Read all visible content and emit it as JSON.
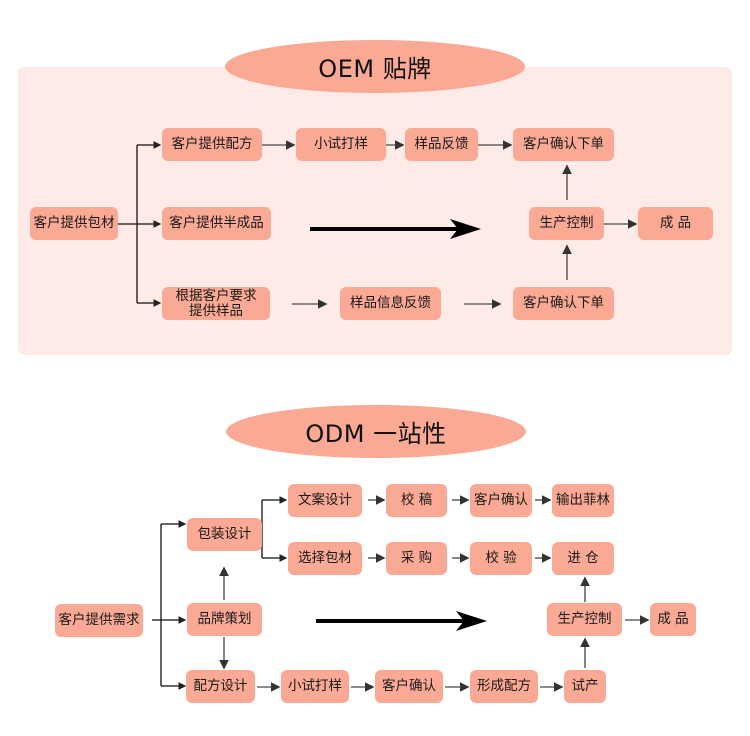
{
  "oem": {
    "title": "OEM  贴牌",
    "start": "客户提供包材",
    "row1": [
      "客户提供配方",
      "小试打样",
      "样品反馈",
      "客户确认下单"
    ],
    "row2": {
      "start": "客户提供半成品",
      "production": "生产控制",
      "product": "成 品"
    },
    "row3": [
      "根据客户要求\n提供样品",
      "样品信息反馈",
      "客户确认下单"
    ]
  },
  "odm": {
    "title": "ODM  一站性",
    "start": "客户提供需求",
    "branches": {
      "packaging": "包装设计",
      "brand": "品牌策划",
      "formula": "配方设计"
    },
    "packaging_row1": [
      "文案设计",
      "校 稿",
      "客户确认",
      "输出菲林"
    ],
    "packaging_row2": [
      "选择包材",
      "采 购",
      "校 验",
      "进 仓"
    ],
    "formula_row": [
      "小试打样",
      "客户确认",
      "形成配方",
      "试产"
    ],
    "production": "生产控制",
    "product": "成 品"
  },
  "colors": {
    "panel": "#feebe7",
    "box": "#f9a994",
    "line": "#555555",
    "bold_arrow": "#000000"
  }
}
